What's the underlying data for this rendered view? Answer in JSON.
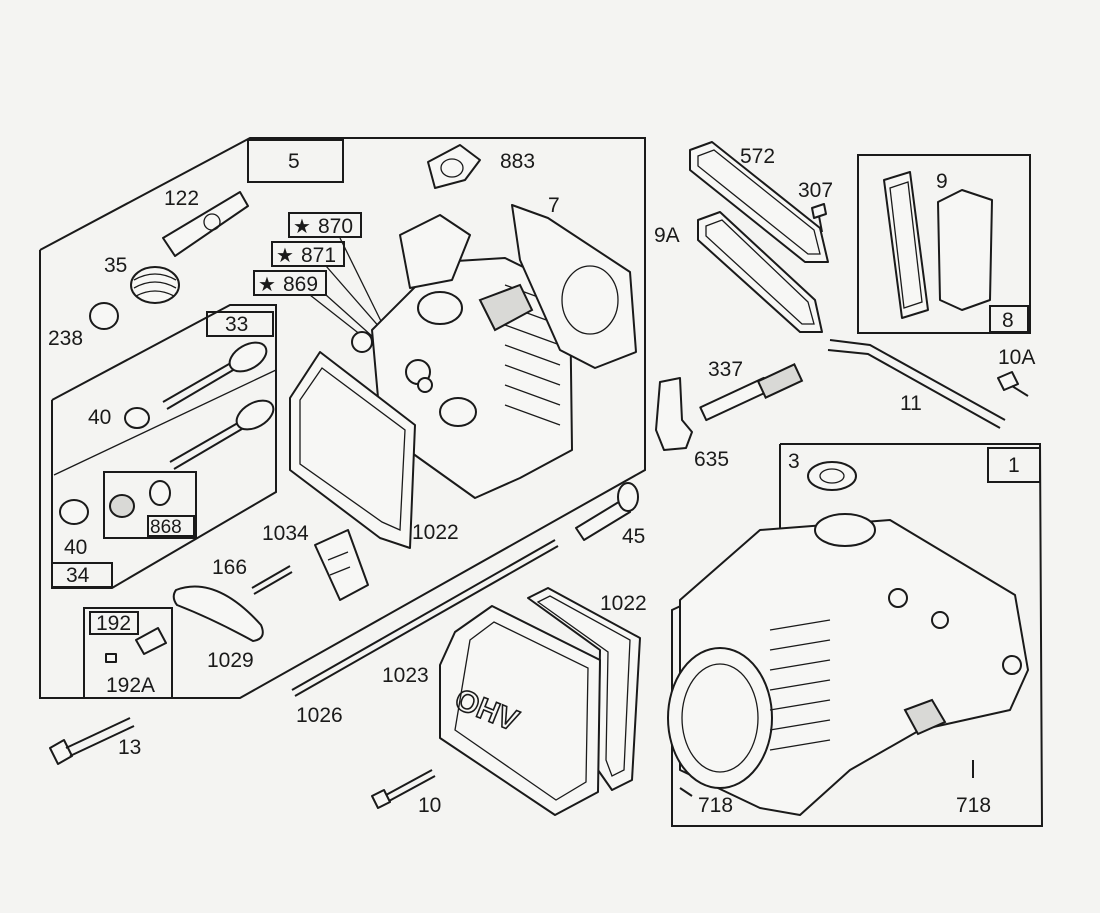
{
  "labels": {
    "l5": "5",
    "l122": "122",
    "l35": "35",
    "l238": "238",
    "l33": "33",
    "l40a": "40",
    "l40b": "40",
    "l868": "868",
    "l34": "34",
    "l870": "870",
    "l871": "871",
    "l869": "869",
    "l883": "883",
    "l7": "7",
    "l572": "572",
    "l307": "307",
    "l9A": "9A",
    "l9": "9",
    "l8": "8",
    "l10A": "10A",
    "l11": "11",
    "l337": "337",
    "l635": "635",
    "l1022a": "1022",
    "l1034": "1034",
    "l166": "166",
    "l1029": "1029",
    "l192": "192",
    "l192A": "192A",
    "l45": "45",
    "l1022b": "1022",
    "l1023": "1023",
    "l1026": "1026",
    "l13": "13",
    "l10": "10",
    "l3": "3",
    "l1": "1",
    "l718a": "718",
    "l718b": "718"
  },
  "star_symbol": "★",
  "housing_lettering": "OHV"
}
